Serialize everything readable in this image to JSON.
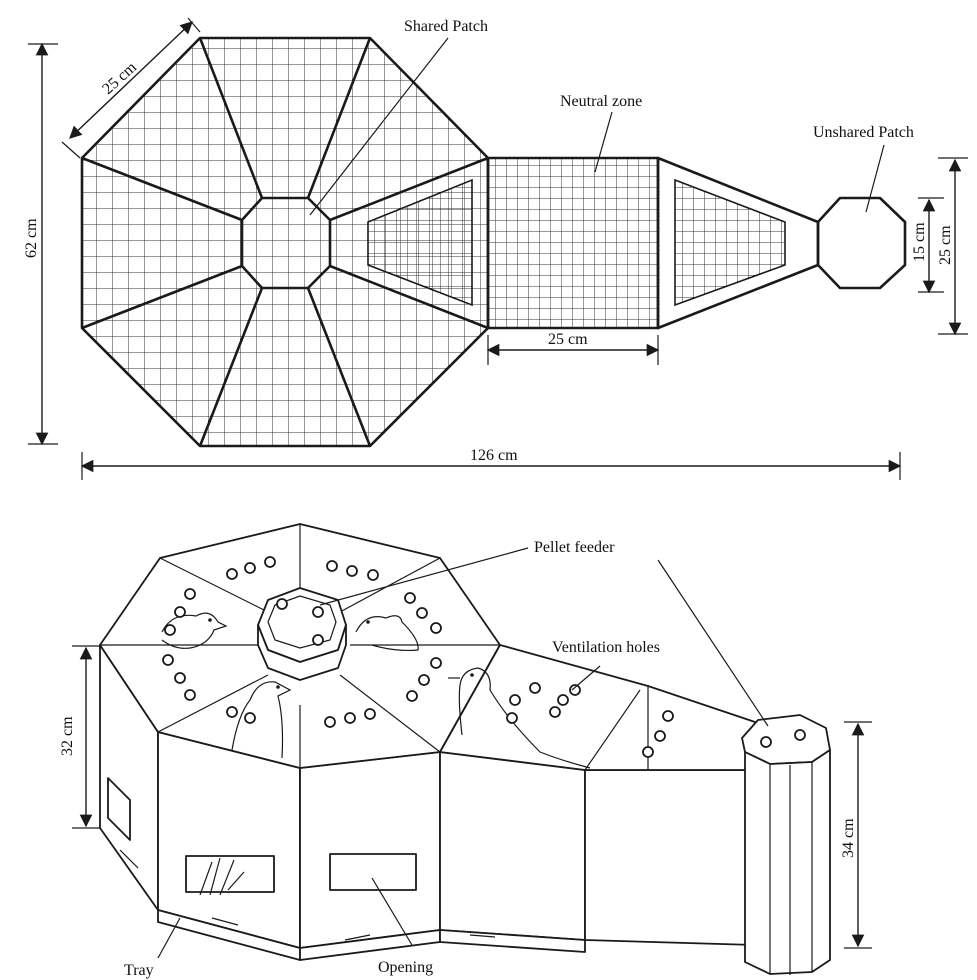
{
  "labels": {
    "shared_patch": "Shared Patch",
    "neutral_zone": "Neutral zone",
    "unshared_patch": "Unshared Patch",
    "pellet_feeder": "Pellet feeder",
    "ventilation_holes": "Ventilation holes",
    "tray": "Tray",
    "opening": "Opening"
  },
  "dimensions": {
    "side_length": "25 cm",
    "height_total": "62 cm",
    "neutral_width": "25 cm",
    "total_length": "126 cm",
    "unshared_inner": "15 cm",
    "unshared_outer": "25 cm",
    "wall_height": "32 cm",
    "feeder_height": "34 cm"
  },
  "colors": {
    "line": "#1a1a1a",
    "background": "#ffffff"
  }
}
